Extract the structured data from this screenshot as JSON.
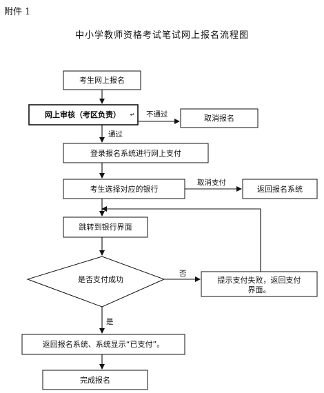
{
  "header": {
    "attachment": "附件 1",
    "title": "中小学教师资格考试笔试网上报名流程图"
  },
  "nodes": {
    "register": "考生网上报名",
    "review": "网上审核（考区负责）",
    "review_mark": "↵",
    "cancel_register": "取消报名",
    "login_pay": "登录报名系统进行网上支付",
    "select_bank": "考生选择对应的银行",
    "return_system": "返回报名系统",
    "jump_bank": "跳转到银行界面",
    "pay_success": "是否支付成功",
    "fail_line1": "提示支付失败，返回支付",
    "fail_line2": "界面。",
    "return_paid": "返回报名系统、系统显示“已支付”。",
    "complete": "完成报名"
  },
  "edges": {
    "not_pass": "不通过",
    "pass": "通过",
    "cancel_pay": "取消支付",
    "no": "否",
    "yes": "是"
  }
}
